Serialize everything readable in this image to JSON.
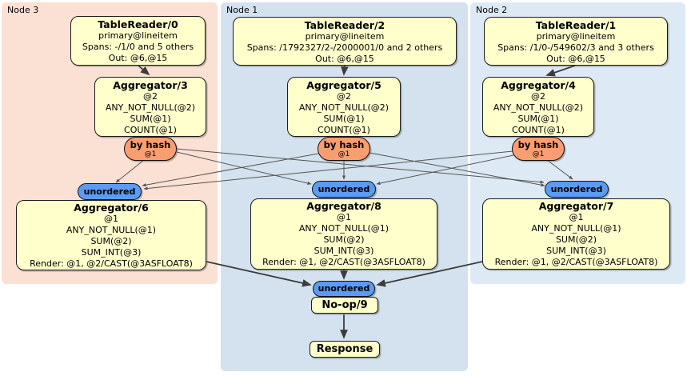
{
  "regions": {
    "node3": {
      "label": "Node 3",
      "reader": {
        "title": "TableReader/0",
        "lines": [
          "primary@lineitem",
          "Spans: -/1/0 and 5 others",
          "Out: @6,@15"
        ]
      },
      "agg1": {
        "title": "Aggregator/3",
        "lines": [
          "@2",
          "ANY_NOT_NULL(@2)",
          "SUM(@1)",
          "COUNT(@1)"
        ]
      },
      "router": {
        "label": "by hash",
        "key": "@1"
      },
      "sync": {
        "label": "unordered"
      },
      "agg2": {
        "title": "Aggregator/6",
        "lines": [
          "@1",
          "ANY_NOT_NULL(@1)",
          "SUM(@2)",
          "SUM_INT(@3)",
          "Render: @1, @2/CAST(@3ASFLOAT8)"
        ]
      }
    },
    "node1": {
      "label": "Node 1",
      "reader": {
        "title": "TableReader/2",
        "lines": [
          "primary@lineitem",
          "Spans: /1792327/2-/2000001/0 and 2 others",
          "Out: @6,@15"
        ]
      },
      "agg1": {
        "title": "Aggregator/5",
        "lines": [
          "@2",
          "ANY_NOT_NULL(@2)",
          "SUM(@1)",
          "COUNT(@1)"
        ]
      },
      "router": {
        "label": "by hash",
        "key": "@1"
      },
      "sync": {
        "label": "unordered"
      },
      "agg2": {
        "title": "Aggregator/8",
        "lines": [
          "@1",
          "ANY_NOT_NULL(@1)",
          "SUM(@2)",
          "SUM_INT(@3)",
          "Render: @1, @2/CAST(@3ASFLOAT8)"
        ]
      }
    },
    "node2": {
      "label": "Node 2",
      "reader": {
        "title": "TableReader/1",
        "lines": [
          "primary@lineitem",
          "Spans: /1/0-/549602/3 and 3 others",
          "Out: @6,@15"
        ]
      },
      "agg1": {
        "title": "Aggregator/4",
        "lines": [
          "@2",
          "ANY_NOT_NULL(@2)",
          "SUM(@1)",
          "COUNT(@1)"
        ]
      },
      "router": {
        "label": "by hash",
        "key": "@1"
      },
      "sync": {
        "label": "unordered"
      },
      "agg2": {
        "title": "Aggregator/7",
        "lines": [
          "@1",
          "ANY_NOT_NULL(@1)",
          "SUM(@2)",
          "SUM_INT(@3)",
          "Render: @1, @2/CAST(@3ASFLOAT8)"
        ]
      }
    }
  },
  "final": {
    "sync": {
      "label": "unordered"
    },
    "noop": {
      "title": "No-op/9"
    },
    "response": {
      "title": "Response"
    }
  },
  "colors": {
    "node3_bg": "#fbe0d4",
    "node1_bg": "#d3e2ee",
    "node2_bg": "#ddeaf6",
    "box_fill": "#ffffcc",
    "router_fill": "#f89e72",
    "sync_fill": "#5b9bf2",
    "edge": "#3c3c3c"
  }
}
